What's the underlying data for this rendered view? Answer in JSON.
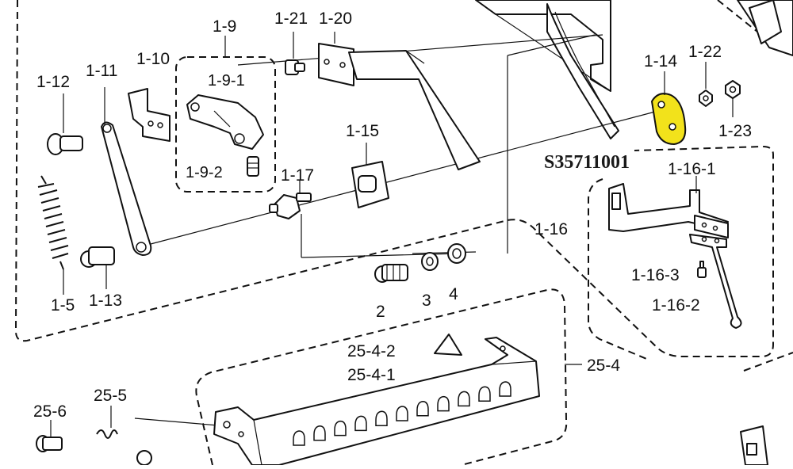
{
  "diagram": {
    "part_number": "S35711001",
    "highlight_color": "#f2e21b",
    "labels": {
      "l_1_9": "1-9",
      "l_1_9_1": "1-9-1",
      "l_1_9_2": "1-9-2",
      "l_1_10": "1-10",
      "l_1_11": "1-11",
      "l_1_12": "1-12",
      "l_1_13": "1-13",
      "l_1_5": "1-5",
      "l_1_14": "1-14",
      "l_1_15": "1-15",
      "l_1_16": "1-16",
      "l_1_16_1": "1-16-1",
      "l_1_16_2": "1-16-2",
      "l_1_16_3": "1-16-3",
      "l_1_17": "1-17",
      "l_1_20": "1-20",
      "l_1_21": "1-21",
      "l_1_22": "1-22",
      "l_1_23": "1-23",
      "l_2": "2",
      "l_3": "3",
      "l_4": "4",
      "l_25_4": "25-4",
      "l_25_4_1": "25-4-1",
      "l_25_4_2": "25-4-2",
      "l_25_5": "25-5",
      "l_25_6": "25-6"
    }
  }
}
